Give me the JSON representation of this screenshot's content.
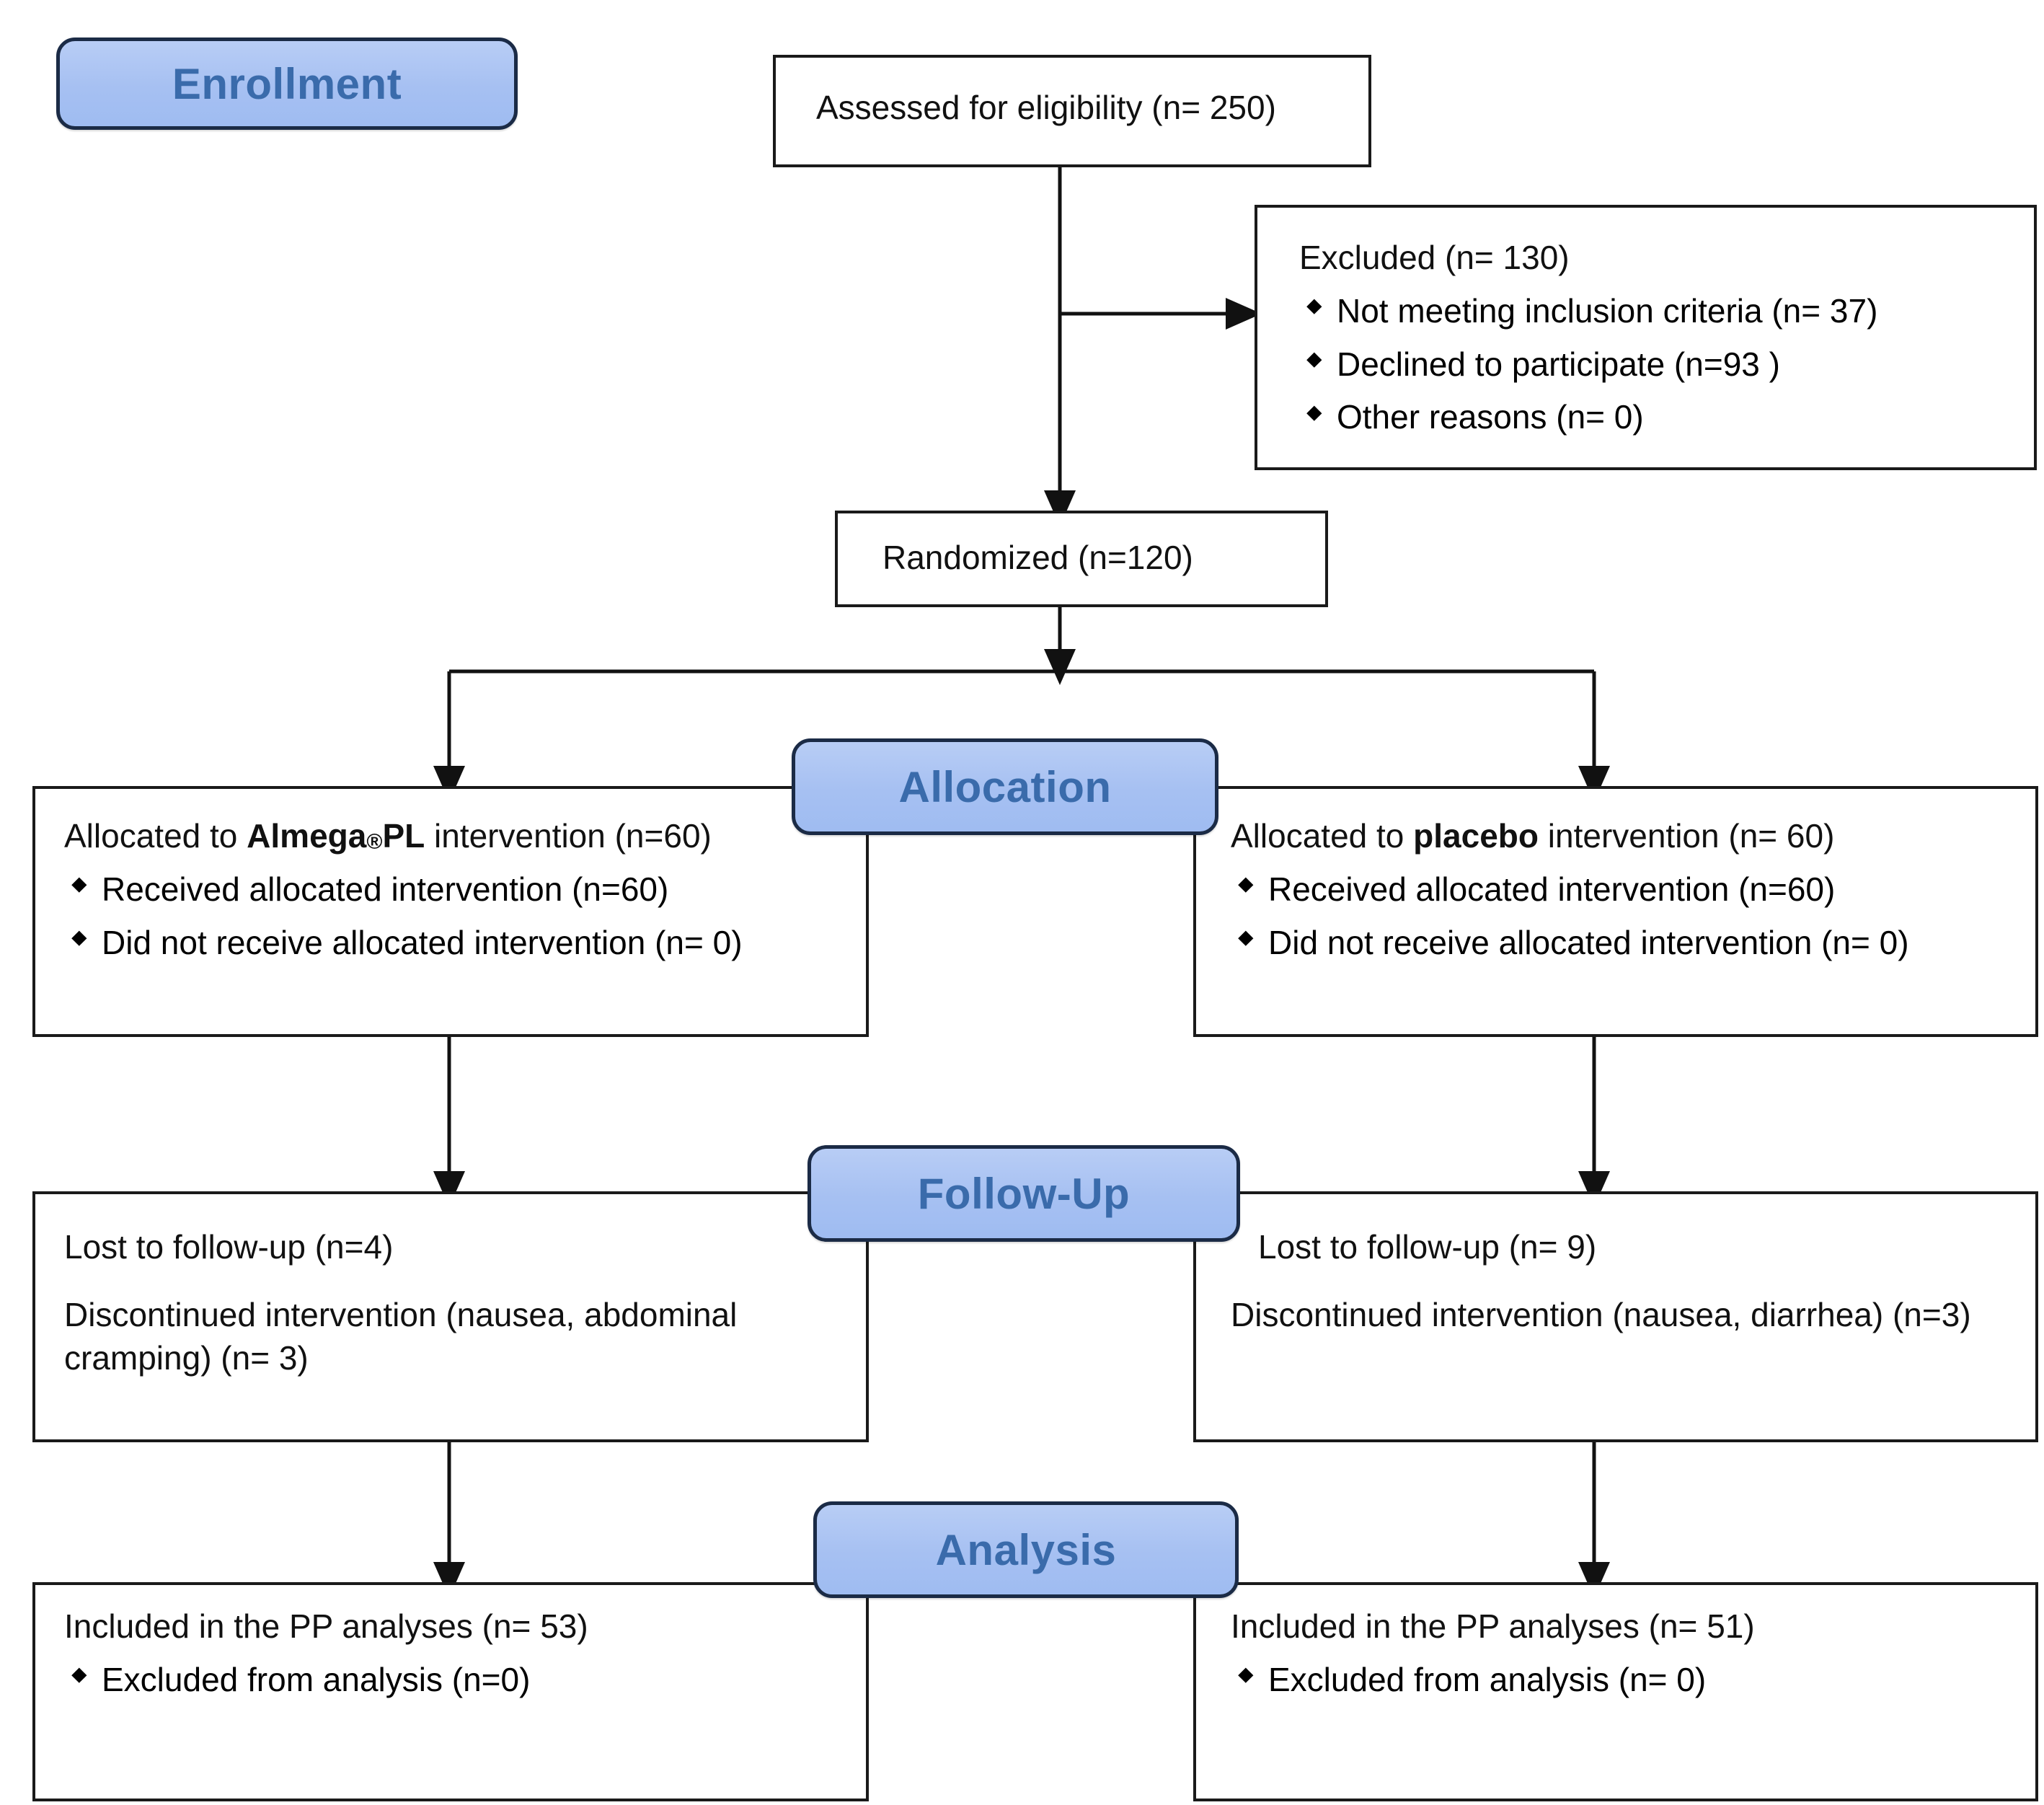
{
  "diagram": {
    "type": "consort-flow-diagram",
    "title": "CONSORT participant flow",
    "accent_blue": "#a6c0f2",
    "accent_blue_text": "#3a6bab",
    "border_color": "#1a1a1a"
  },
  "stages": {
    "enrollment": "Enrollment",
    "allocation": "Allocation",
    "followup": "Follow-Up",
    "analysis": "Analysis"
  },
  "enrollment": {
    "assessed": "Assessed for eligibility (n= 250)",
    "excluded_title": "Excluded (n= 130)",
    "excluded_items": [
      "Not meeting inclusion criteria (n= 37)",
      "Declined to participate (n=93 )",
      "Other reasons (n= 0)"
    ],
    "randomized": "Randomized (n=120)"
  },
  "allocation": {
    "left": {
      "heading_pre": "Allocated to ",
      "heading_bold": "Almega",
      "heading_reg": "®",
      "heading_bold2": "PL",
      "heading_post": " intervention (n=60)",
      "items": [
        "Received allocated intervention (n=60)",
        "Did not receive allocated intervention (n= 0)"
      ]
    },
    "right": {
      "heading_pre": "Allocated to ",
      "heading_bold": "placebo",
      "heading_post": " intervention (n= 60)",
      "items": [
        "Received allocated intervention (n=60)",
        "Did not receive allocated intervention (n= 0)"
      ]
    }
  },
  "followup": {
    "left": {
      "lost": "Lost to follow-up (n=4)",
      "discontinued": "Discontinued intervention (nausea, abdominal cramping) (n= 3)"
    },
    "right": {
      "lost": "Lost to follow-up (n= 9)",
      "discontinued": "Discontinued intervention (nausea, diarrhea) (n=3)"
    }
  },
  "analysis": {
    "left": {
      "included": "Included in the PP analyses (n= 53)",
      "items": [
        "Excluded from analysis (n=0)"
      ]
    },
    "right": {
      "included": "Included in the PP analyses (n= 51)",
      "items": [
        "Excluded from analysis (n= 0)"
      ]
    }
  }
}
